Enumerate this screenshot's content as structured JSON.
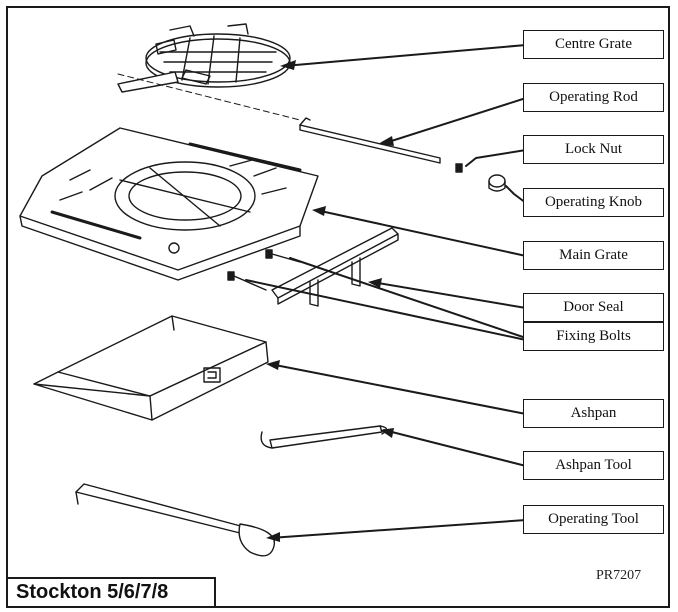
{
  "parts": [
    {
      "id": "centre-grate",
      "label": "Centre Grate"
    },
    {
      "id": "operating-rod",
      "label": "Operating Rod"
    },
    {
      "id": "lock-nut",
      "label": "Lock Nut"
    },
    {
      "id": "operating-knob",
      "label": "Operating Knob"
    },
    {
      "id": "main-grate",
      "label": "Main Grate"
    },
    {
      "id": "door-seal",
      "label": "Door Seal"
    },
    {
      "id": "fixing-bolts",
      "label": "Fixing Bolts"
    },
    {
      "id": "ashpan",
      "label": "Ashpan"
    },
    {
      "id": "ashpan-tool",
      "label": "Ashpan Tool"
    },
    {
      "id": "operating-tool",
      "label": "Operating Tool"
    }
  ],
  "model": "Stockton 5/6/7/8",
  "reference": "PR7207"
}
